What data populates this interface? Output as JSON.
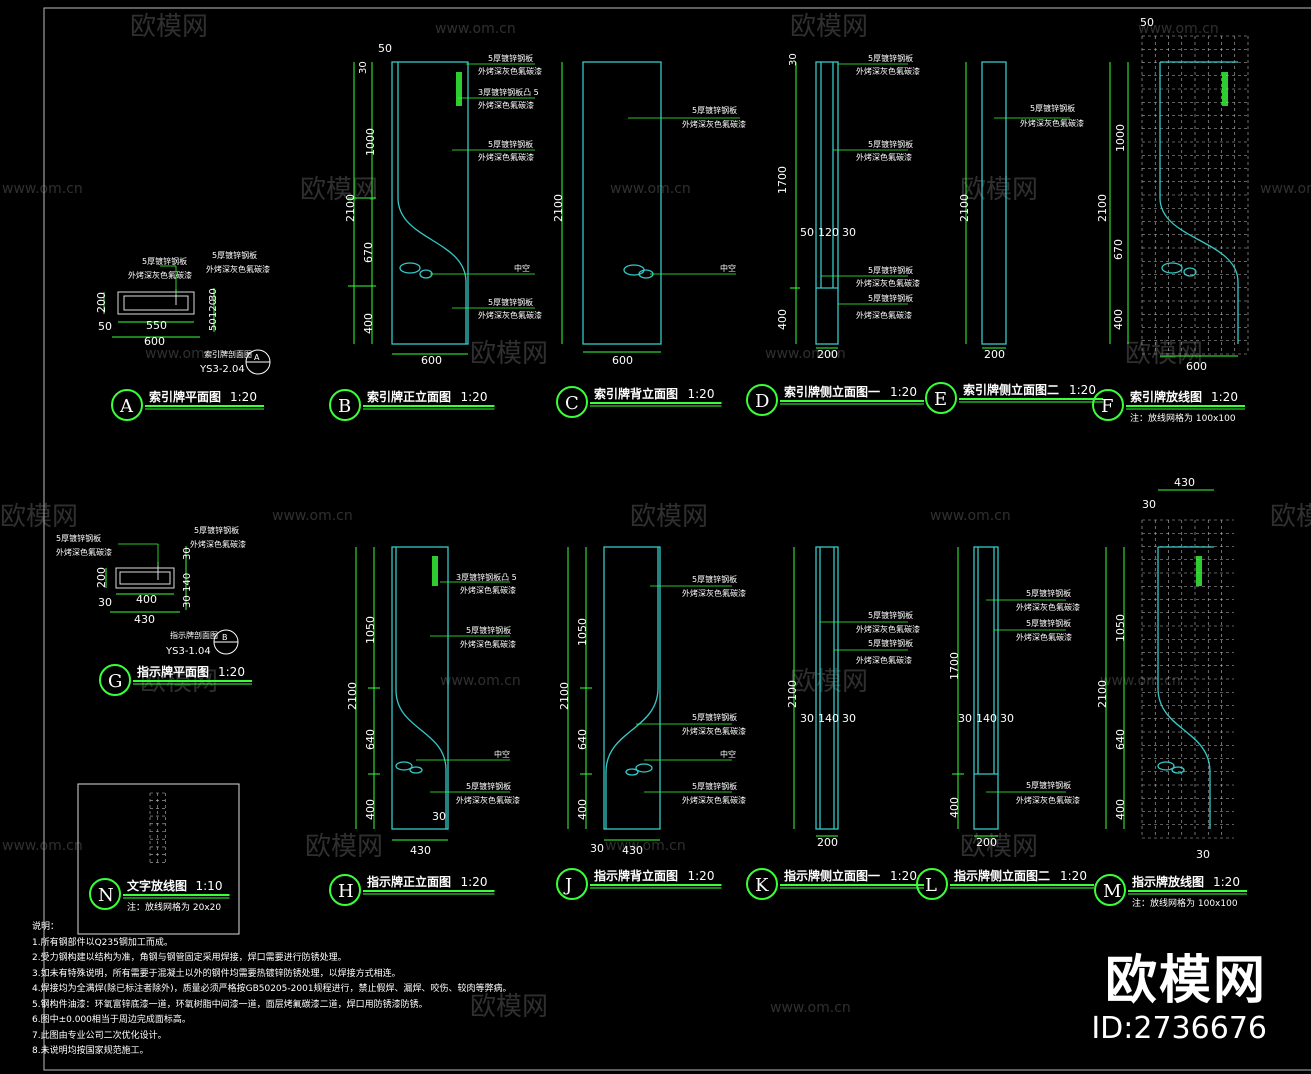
{
  "watermark": {
    "cn": "欧模网",
    "url": "www.om.cn"
  },
  "brand": {
    "cn": "欧模网",
    "id": "ID:2736676"
  },
  "leaders": {
    "steel5": "5厚镀锌钢板",
    "paint_grey": "外烤深灰色氟碳漆",
    "paint_deep": "外烤深色氟碳漆",
    "steel35": "3厚镀锌钢板凸 5",
    "hollow": "中空",
    "galv5": "5厚镀锌钢板"
  },
  "views": {
    "A": {
      "letter": "A",
      "title": "索引牌平面图",
      "scale": "1:20",
      "ref": "索引牌剖面图",
      "ref_code": "YS3-2.04",
      "ref_letter": "A"
    },
    "B": {
      "letter": "B",
      "title": "索引牌正立面图",
      "scale": "1:20"
    },
    "C": {
      "letter": "C",
      "title": "索引牌背立面图",
      "scale": "1:20"
    },
    "D": {
      "letter": "D",
      "title": "索引牌侧立面图一",
      "scale": "1:20"
    },
    "E": {
      "letter": "E",
      "title": "索引牌侧立面图二",
      "scale": "1:20"
    },
    "F": {
      "letter": "F",
      "title": "索引牌放线图",
      "scale": "1:20",
      "note": "注：放线网格为 100x100"
    },
    "G": {
      "letter": "G",
      "title": "指示牌平面图",
      "scale": "1:20",
      "ref": "指示牌剖面图",
      "ref_code": "YS3-1.04",
      "ref_letter": "B"
    },
    "H": {
      "letter": "H",
      "title": "指示牌正立面图",
      "scale": "1:20"
    },
    "J": {
      "letter": "J",
      "title": "指示牌背立面图",
      "scale": "1:20"
    },
    "K": {
      "letter": "K",
      "title": "指示牌侧立面图一",
      "scale": "1:20"
    },
    "L": {
      "letter": "L",
      "title": "指示牌侧立面图二",
      "scale": "1:20"
    },
    "M": {
      "letter": "M",
      "title": "指示牌放线图",
      "scale": "1:20",
      "note": "注：放线网格为 100x100"
    },
    "N": {
      "letter": "N",
      "title": "文字放线图",
      "scale": "1:10",
      "note": "注：放线网格为 20x20"
    }
  },
  "dims": {
    "a_200": "200",
    "a_50": "50",
    "a_550": "550",
    "a_600": "600",
    "a_30": "30",
    "a_120": "120",
    "a_50b": "50",
    "b_50": "50",
    "b_30": "30",
    "b_1000": "1000",
    "b_2100": "2100",
    "b_670": "670",
    "b_400": "400",
    "b_600": "600",
    "c_2100": "2100",
    "c_600": "600",
    "d_30": "30",
    "d_1700": "1700",
    "d_400": "400",
    "d_50": "50",
    "d_120": "120",
    "d_30b": "30",
    "d_200": "200",
    "e_2100": "2100",
    "e_200": "200",
    "f_50": "50",
    "f_1000": "1000",
    "f_2100": "2100",
    "f_670": "670",
    "f_400": "400",
    "f_600": "600",
    "g_200": "200",
    "g_30": "30",
    "g_400": "400",
    "g_430": "430",
    "g_30b": "30",
    "g_140": "140",
    "g_30c": "30",
    "h_1050": "1050",
    "h_2100": "2100",
    "h_640": "640",
    "h_400": "400",
    "h_430": "430",
    "h_30": "30",
    "j_1050": "1050",
    "j_2100": "2100",
    "j_640": "640",
    "j_400": "400",
    "j_430": "430",
    "j_30": "30",
    "k_2100": "2100",
    "k_30": "30",
    "k_140": "140",
    "k_30b": "30",
    "k_200": "200",
    "l_1700": "1700",
    "l_400": "400",
    "l_30": "30",
    "l_140": "140",
    "l_30b": "30",
    "l_200": "200",
    "m_430": "430",
    "m_30": "30",
    "m_2100": "2100",
    "m_1050": "1050",
    "m_640": "640",
    "m_400": "400",
    "m_30b": "30"
  },
  "notes": {
    "heading": "说明：",
    "items": [
      "1.所有钢部件以Q235钢加工而成。",
      "2.受力钢构建以结构为准，角钢与钢管固定采用焊接，焊口需要进行防锈处理。",
      "3.如未有特殊说明，所有需要于混凝土以外的钢件均需要热镀锌防锈处理，以焊接方式相连。",
      "4.焊接均为全满焊(除已标注者除外)，质量必须严格按GB50205-2001规程进行，禁止假焊、漏焊、咬伤、较肉等弊病。",
      "5.钢构件油漆：环氧富锌底漆一道，环氧树脂中间漆一道，面层烤氟碳漆二道，焊口用防锈漆防锈。",
      "6.图中±0.000相当于周边完成面标高。",
      "7.此图由专业公司二次优化设计。",
      "8.未说明均按国家规范施工。"
    ]
  }
}
